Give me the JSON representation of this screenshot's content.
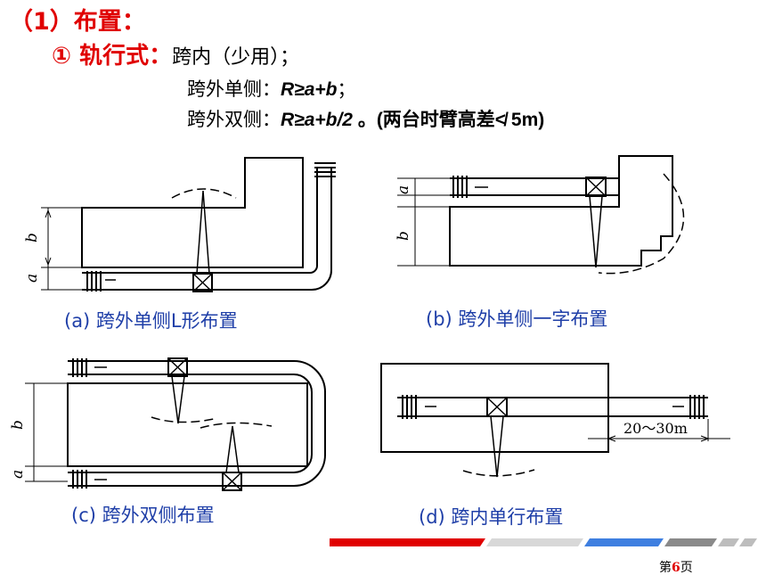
{
  "heading": "（1）布置：",
  "subheading": {
    "marker": "① 轨行式：",
    "text": "跨内（少用）；"
  },
  "line_single": {
    "label": "跨外单侧：",
    "formula": "R≥a+b",
    "end": "；"
  },
  "line_double": {
    "label": "跨外双侧：",
    "formula": "R≥a+b/2",
    "note": " 。(两台时臂高差≮ 5m)"
  },
  "diagrams": [
    {
      "caption": "(a) 跨外单侧L形布置",
      "dims": [
        "b",
        "a"
      ]
    },
    {
      "caption": "(b) 跨外单侧一字布置",
      "dims": [
        "a",
        "b"
      ]
    },
    {
      "caption": "(c) 跨外双侧布置",
      "dims": [
        "b",
        "a"
      ]
    },
    {
      "caption": "(d) 跨内单行布置",
      "dims": [
        "20～30m"
      ]
    }
  ],
  "footer": {
    "prefix": "第",
    "page": "6",
    "suffix": "页"
  },
  "colors": {
    "title": "#e00000",
    "caption": "#1f3fa8",
    "stripe_red": "#e00000",
    "stripe_blue": "#3f7fe0",
    "stripe_gray": "#8a8a8a"
  }
}
